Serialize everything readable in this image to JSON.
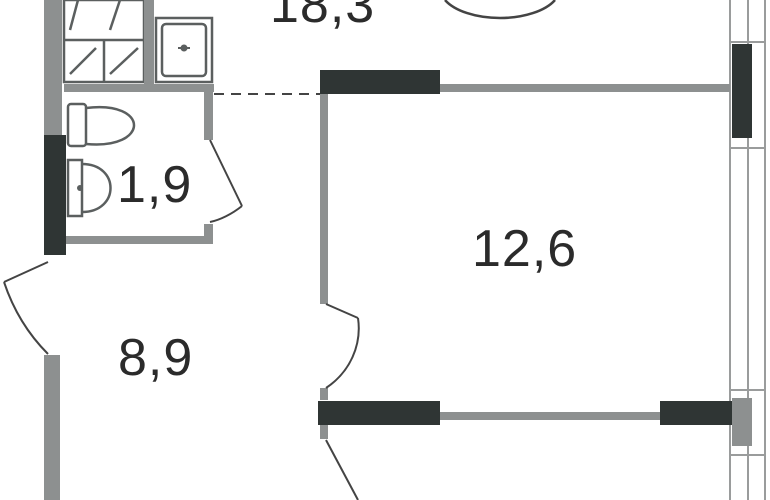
{
  "colors": {
    "wall_dark": "#2f3534",
    "wall_gray": "#8d9090",
    "window": "#9a9c9c",
    "background": "#ffffff"
  },
  "rooms": [
    {
      "id": "top-room",
      "label": "18,3"
    },
    {
      "id": "bathroom",
      "label": "1,9"
    },
    {
      "id": "bedroom",
      "label": "12,6"
    },
    {
      "id": "hallway",
      "label": "8,9"
    }
  ]
}
